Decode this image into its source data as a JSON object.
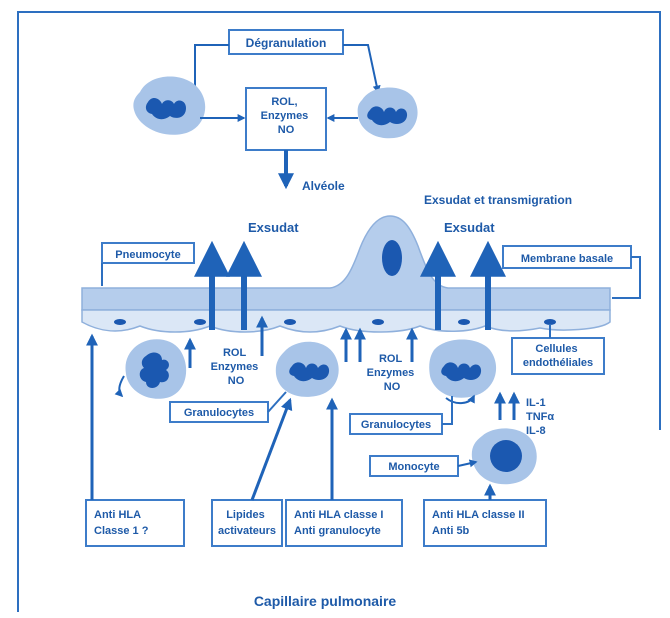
{
  "diagram": {
    "labels": {
      "degranulation": "Dégranulation",
      "rol_box": [
        "ROL,",
        "Enzymes",
        "NO"
      ],
      "alveole": "Alvéole",
      "exsudat_transmigration": "Exsudat et transmigration",
      "exsudat_left": "Exsudat",
      "exsudat_right": "Exsudat",
      "pneumocyte": "Pneumocyte",
      "membrane_basale": "Membrane basale",
      "rol_left": [
        "ROL",
        "Enzymes",
        "NO"
      ],
      "rol_right": [
        "ROL",
        "Enzymes",
        "NO"
      ],
      "cellules_endotheliales": [
        "Cellules",
        "endothéliales"
      ],
      "granulocytes_left": "Granulocytes",
      "granulocytes_right": "Granulocytes",
      "cytokines": [
        "IL-1",
        "TNFα",
        "IL-8"
      ],
      "monocyte": "Monocyte",
      "anti_hla_classe1": [
        "Anti HLA",
        "Classe 1 ?"
      ],
      "lipides": [
        "Lipides",
        "activateurs"
      ],
      "anti_hla_classe1_granulocyte": [
        "Anti HLA classe I",
        "Anti granulocyte"
      ],
      "anti_hla_classe2": [
        "Anti HLA classe II",
        "Anti 5b"
      ],
      "capillaire": "Capillaire pulmonaire"
    },
    "colors": {
      "accent": "#1e5aa8",
      "cell_fill": "#a8c4e8",
      "nucleus": "#1b58b0",
      "frame": "#3d7cc9"
    }
  }
}
